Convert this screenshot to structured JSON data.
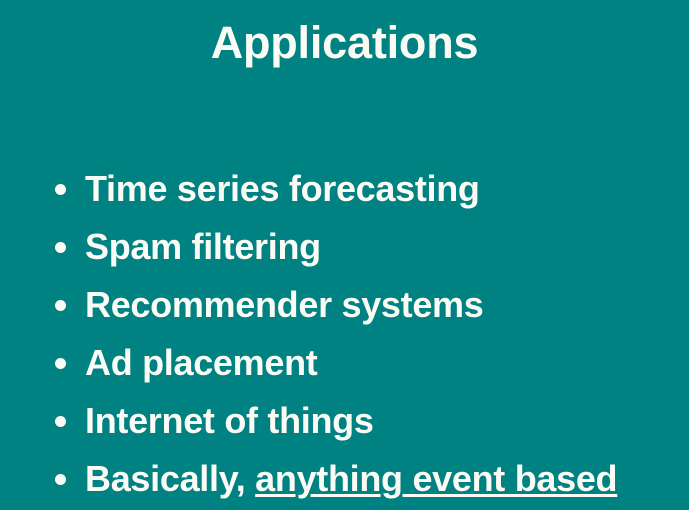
{
  "slide": {
    "background_color": "#008182",
    "text_color": "#fbfbf5",
    "title": "Applications",
    "bullets": [
      {
        "text": "Time series forecasting",
        "emphasis": "",
        "marker": "bullet-dot"
      },
      {
        "text": "Spam filtering",
        "emphasis": "",
        "marker": "bullet-dot"
      },
      {
        "text": "Recommender systems",
        "emphasis": "",
        "marker": "bullet-dot"
      },
      {
        "text": "Ad placement",
        "emphasis": "",
        "marker": "bullet-dot"
      },
      {
        "text": "Internet of things",
        "emphasis": "",
        "marker": "bullet-dot"
      },
      {
        "text": "Basically, ",
        "emphasis": "anything event based",
        "marker": "bullet-dot"
      }
    ]
  }
}
